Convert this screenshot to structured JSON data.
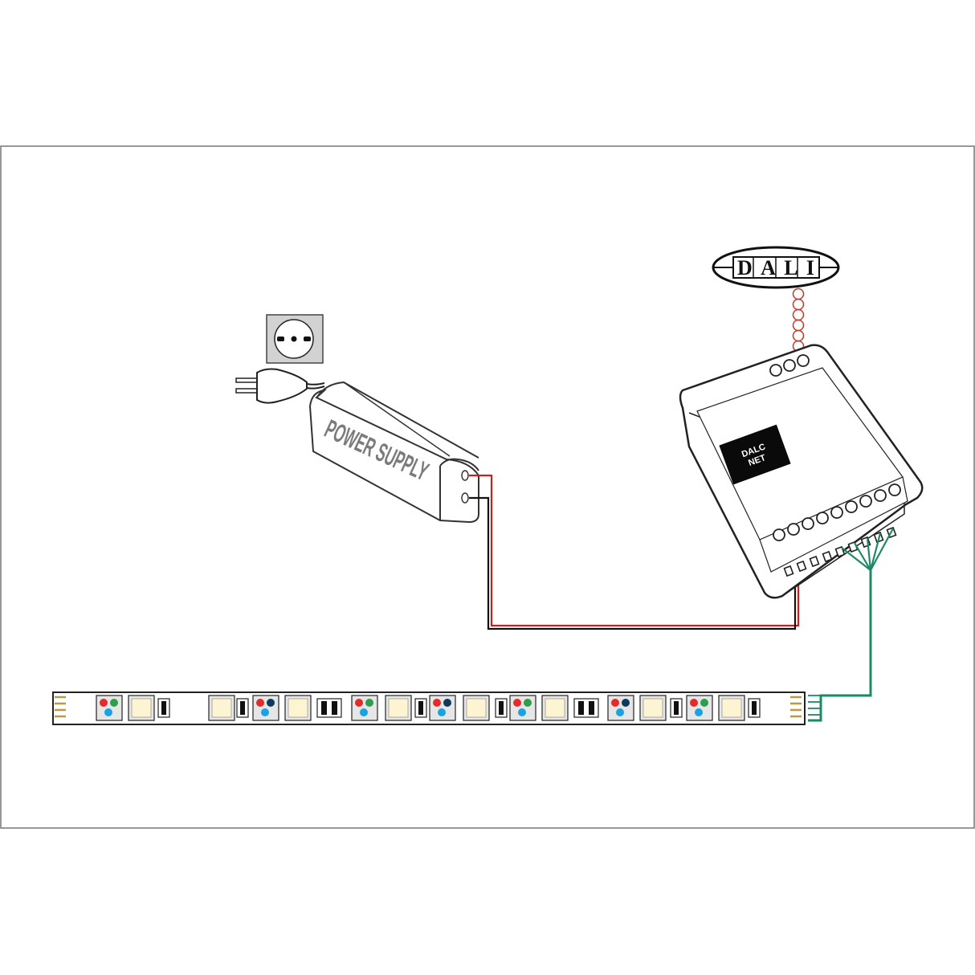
{
  "power_supply": {
    "label": "POWER SUPPLY"
  },
  "dali": {
    "label": "DALI"
  },
  "controller": {
    "logo_line1": "DALC",
    "logo_line2": "NET"
  },
  "colors": {
    "frame": "#777777",
    "positive_wire": "#cc1f1f",
    "negative_wire": "#111111",
    "signal_wire": "#1e8a64",
    "dali_bus": "#c0392b",
    "led_warm": "#fdf5d2",
    "rgb_red": "#e32b2b",
    "rgb_green": "#2e9e4b",
    "rgb_blue": "#1aa3e0",
    "rgb_navy": "#0e3a5c",
    "pin_gold": "#b79b46"
  },
  "strip": {
    "sequence": [
      "rgb",
      "warm",
      "chip1",
      "warm",
      "chip1",
      "rgb",
      "warm",
      "chip2",
      "rgb",
      "warm",
      "chip1",
      "rgb",
      "warm",
      "chip1",
      "rgb",
      "warm",
      "chip2",
      "rgb",
      "warm",
      "chip1",
      "rgb",
      "warm",
      "chip1"
    ]
  }
}
